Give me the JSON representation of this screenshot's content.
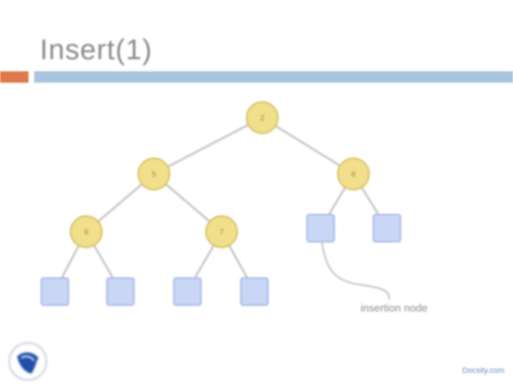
{
  "slide": {
    "title": "Insert(1)",
    "callout": "insertion node",
    "footer": "Docsity.com"
  },
  "colors": {
    "title": "#8a8a8a",
    "accent_orange": "#e07a4a",
    "accent_blue": "#a9c4de",
    "node_fill": "#f2df8c",
    "node_stroke": "#d4c060",
    "leaf_fill": "#c9d6f5",
    "leaf_stroke": "#a6b8e6",
    "edge": "#c8c8c8"
  },
  "tree": {
    "nodes": [
      {
        "id": "n0",
        "label": "2"
      },
      {
        "id": "n1",
        "label": "5"
      },
      {
        "id": "n2",
        "label": "6"
      },
      {
        "id": "n3",
        "label": "9"
      },
      {
        "id": "n4",
        "label": "7"
      }
    ]
  }
}
